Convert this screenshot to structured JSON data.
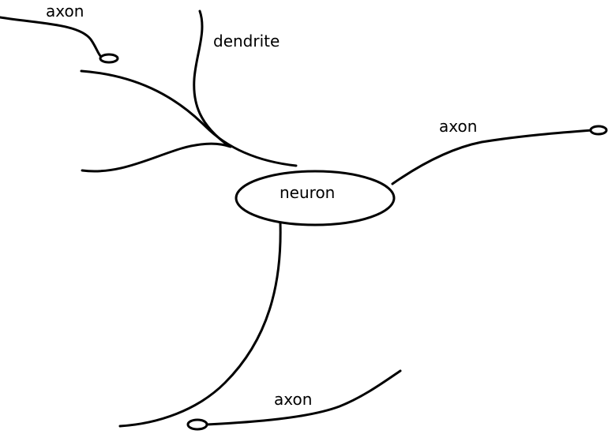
{
  "diagram": {
    "labels": {
      "axon_top": "axon",
      "dendrite": "dendrite",
      "axon_right": "axon",
      "neuron": "neuron",
      "axon_bottom": "axon"
    },
    "colors": {
      "stroke": "#000000",
      "background": "#ffffff"
    }
  }
}
